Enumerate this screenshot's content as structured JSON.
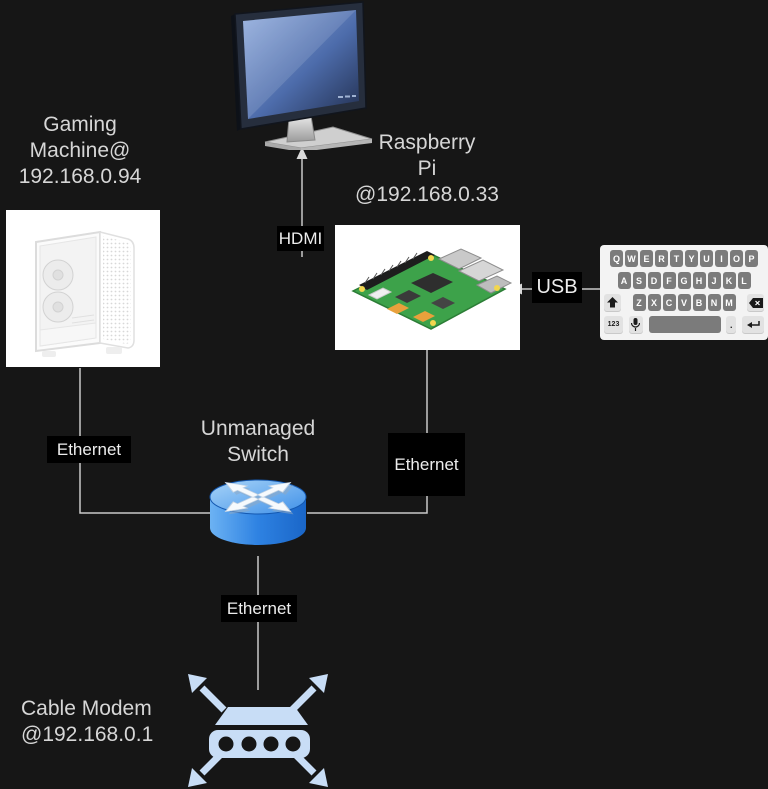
{
  "colors": {
    "background": "#161616",
    "label_background": "#000000",
    "node_text": "#d6d6d6",
    "line": "#c9c9c9",
    "switch_blue": "#2b7fe0",
    "modem_light_blue": "#c8ddf6",
    "monitor_screen_blue": "#5577b8",
    "keyboard_panel": "#f3f3f3",
    "keyboard_key_dark": "#7b7b7b"
  },
  "nodes": {
    "gaming_machine": {
      "lines": [
        "Gaming",
        "Machine@",
        "192.168.0.94"
      ]
    },
    "raspberry_pi": {
      "lines": [
        "Raspberry",
        "Pi",
        "@192.168.0.33"
      ]
    },
    "switch": {
      "lines": [
        "Unmanaged",
        "Switch"
      ]
    },
    "cable_modem": {
      "lines": [
        "Cable Modem",
        "@192.168.0.1"
      ]
    }
  },
  "connections": {
    "hdmi": {
      "label": "HDMI"
    },
    "usb": {
      "label": "USB"
    },
    "ethernet_gaming": {
      "label": "Ethernet"
    },
    "ethernet_pi": {
      "label": "Ethernet"
    },
    "ethernet_modem": {
      "label": "Ethernet"
    }
  },
  "keyboard": {
    "row1": [
      "Q",
      "W",
      "E",
      "R",
      "T",
      "Y",
      "U",
      "I",
      "O",
      "P"
    ],
    "row2": [
      "A",
      "S",
      "D",
      "F",
      "G",
      "H",
      "J",
      "K",
      "L"
    ],
    "row3": [
      "Z",
      "X",
      "C",
      "V",
      "B",
      "N",
      "M"
    ],
    "numbers_key": "123",
    "period_key": "."
  },
  "icons": {
    "monitor": "monitor-icon",
    "gaming_pc_case": "pc-tower-image",
    "raspberry_pi_board": "raspberry-pi-board-image",
    "switch": "network-switch-icon",
    "cable_modem": "cable-modem-icon",
    "keyboard": "onscreen-keyboard-icon"
  }
}
